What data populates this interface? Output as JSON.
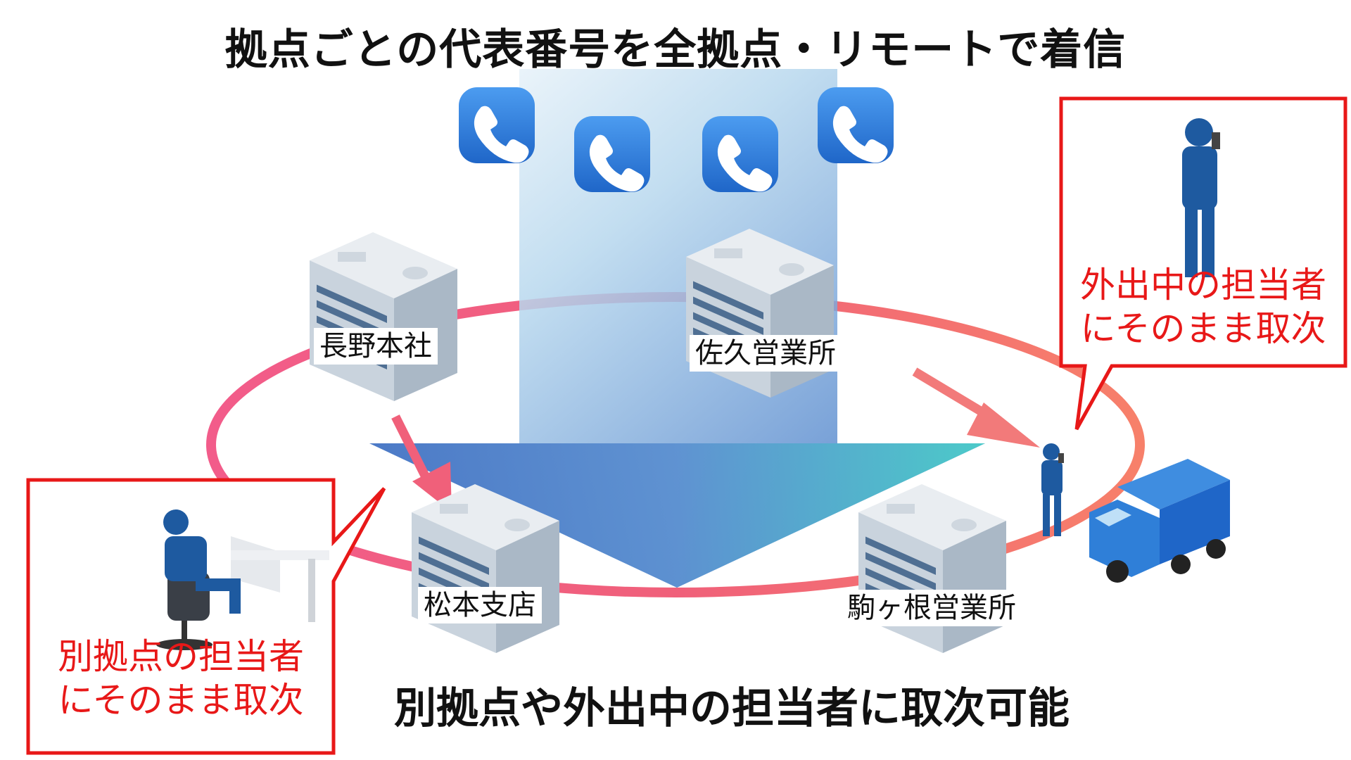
{
  "header": {
    "title": "拠点ごとの代表番号を全拠点・リモートで着信"
  },
  "footer": {
    "caption": "別拠点や外出中の担当者に取次可能"
  },
  "buildings": [
    {
      "label": "長野本社"
    },
    {
      "label": "佐久営業所"
    },
    {
      "label": "松本支店"
    },
    {
      "label": "駒ヶ根営業所"
    }
  ],
  "callouts": {
    "left": {
      "line1": "別拠点の担当者",
      "line2": "にそのまま取次"
    },
    "right": {
      "line1": "外出中の担当者",
      "line2": "にそのまま取次"
    }
  },
  "colors": {
    "ring": "#f2607a",
    "callout_border": "#e81818",
    "phone_icon": "#2f7fd8",
    "worker": "#1e5aa0"
  },
  "icons": [
    "phone-icon",
    "building-icon",
    "office-worker-icon",
    "mobile-worker-icon",
    "delivery-truck-icon"
  ]
}
